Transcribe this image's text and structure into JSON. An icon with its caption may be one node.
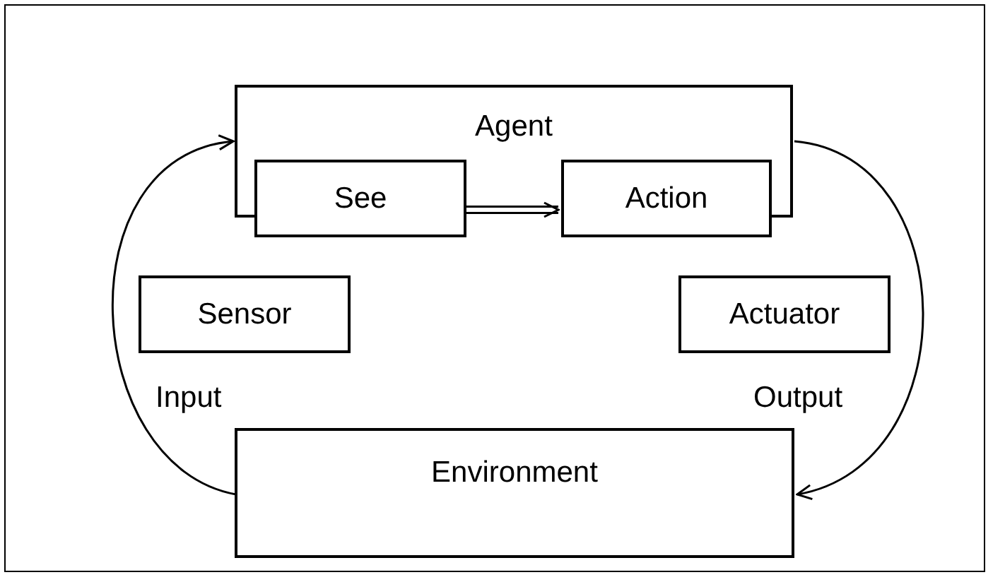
{
  "diagram": {
    "nodes": [
      {
        "text": [
          "Agent"
        ]
      },
      {
        "text": [
          "See"
        ],
        "in": 0
      },
      {
        "text": [
          "Action"
        ],
        "in": 0
      },
      {
        "text": [
          "Sensor"
        ]
      },
      {
        "text": [
          "Actuator"
        ]
      },
      {
        "text": [
          "Environment"
        ]
      }
    ],
    "edges": [
      {
        "from": 1,
        "to": 2,
        "arrow": "to",
        "style": "thick"
      },
      {
        "from": 5,
        "to": 0,
        "arrow": "to",
        "label": "Input"
      },
      {
        "from": 0,
        "to": 5,
        "arrow": "to",
        "label": "Output"
      }
    ]
  }
}
